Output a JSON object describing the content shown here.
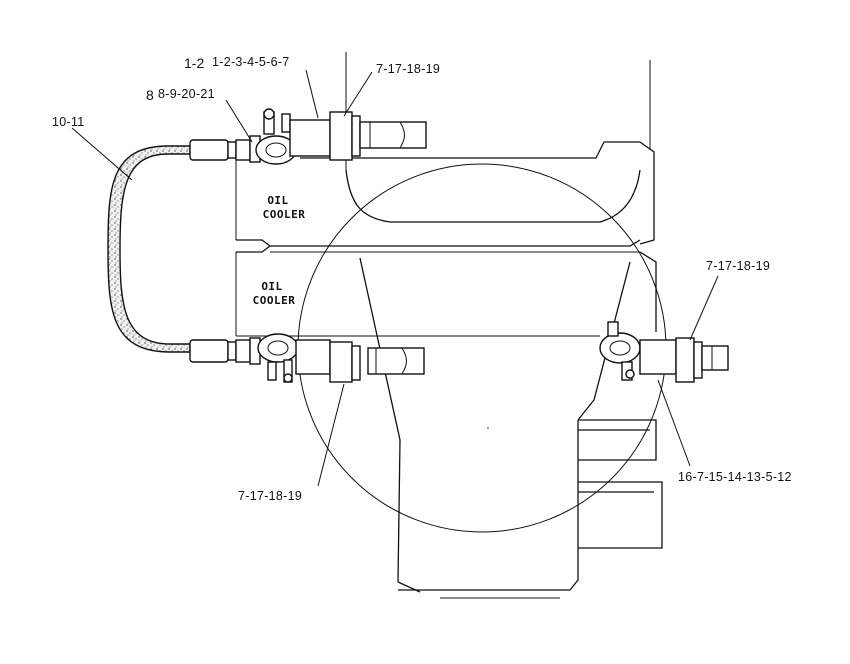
{
  "callouts": {
    "top_prefix": "1-2",
    "top_group": "1-2-3-4-5-6-7",
    "top_right": "7-17-18-19",
    "fitting_prefix": "8",
    "fitting_group": "8-9-20-21",
    "hose": "10-11",
    "right_flange": "7-17-18-19",
    "lower_flange": "7-17-18-19",
    "right_lower": "16-7-15-14-13-5-12"
  },
  "parts": {
    "upper_cooler_line1": "OIL",
    "upper_cooler_line2": "COOLER",
    "lower_cooler_line1": "OIL",
    "lower_cooler_line2": "COOLER"
  },
  "colors": {
    "ink": "#111111",
    "hose_fill": "#e8e8e8",
    "background": "#ffffff"
  }
}
